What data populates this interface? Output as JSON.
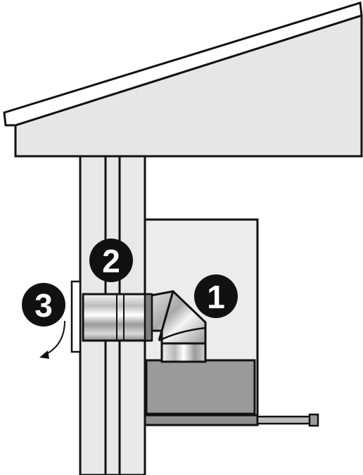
{
  "callouts": [
    {
      "id": "1",
      "label": "1"
    },
    {
      "id": "2",
      "label": "2"
    },
    {
      "id": "3",
      "label": "3"
    }
  ],
  "colors": {
    "outline": "#111111",
    "roof": "#e6e6e6",
    "wall": "#e8e8e8",
    "enclosure": "#ececec",
    "heater_box": "#9a9a9a",
    "base_rail": "#8f8f8f",
    "badge": "#111111",
    "badge_text": "#ffffff"
  },
  "icons": {
    "rotate_arrow": "curved-arrow-icon"
  }
}
